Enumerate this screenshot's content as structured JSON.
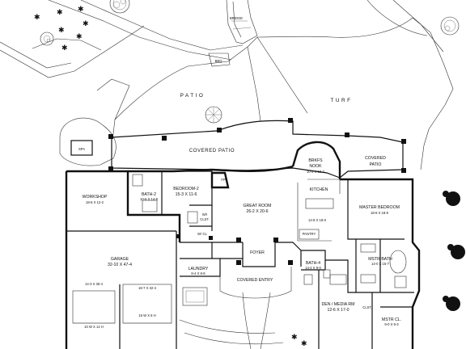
{
  "rooms": {
    "workshop": {
      "name": "WORKSHOP",
      "dim": "18-6 X 12-2"
    },
    "bath2": {
      "name": "BATH-2",
      "dim": "10-6 X 14-8"
    },
    "bedroom2": {
      "name": "BEDROOM-2",
      "dim": "15-3 X 11-6"
    },
    "wi_clos": {
      "name": "W/I",
      "dim": "CLST."
    },
    "wcl": {
      "name": "W/ CL"
    },
    "great_room": {
      "name": "GREAT ROOM",
      "dim": "26-2 X 20-6"
    },
    "brkfs_nook": {
      "name": "BRKFS",
      "name2": "NOOK",
      "dim": "10-9 X 10-2"
    },
    "kitchen": {
      "name": "KITCHEN",
      "dim": "14-8 X 18-0"
    },
    "pantry": {
      "name": "PANTRY"
    },
    "master_bedroom": {
      "name": "MASTER BEDROOM",
      "dim": "18-6 X 18-6"
    },
    "garage": {
      "name": "GARAGE",
      "dim": "32-10 X 47-4"
    },
    "garage_bay1": {
      "dim": "14-3 X 35-4"
    },
    "garage_bay2": {
      "dim": "18-7 X 32-4"
    },
    "garage_door1": {
      "dim": "10 W X 12 H"
    },
    "garage_door2": {
      "dim": "16 W X 8 H"
    },
    "laundry": {
      "name": "LAUNDRY",
      "dim": "8-4 X 8-8"
    },
    "foyer": {
      "name": "FOYER"
    },
    "covered_entry": {
      "name": "COVERED ENTRY"
    },
    "bath4": {
      "name": "BATH-4",
      "dim": "14-2 X 9-0"
    },
    "den_media": {
      "name": "DEN / MEDIA RM",
      "dim": "12-6 X 17-0"
    },
    "mstr_bath": {
      "name": "MSTR BATH",
      "dim": "14-0 X 15-7"
    },
    "mstr_cl": {
      "name": "MSTR CL.",
      "dim": "9-0 X 9-3"
    },
    "clst": {
      "name": "CLST."
    },
    "covered_patio": {
      "name": "COVERED PATIO"
    },
    "covered_patio2": {
      "name": "COVERED",
      "name2": "PATIO"
    }
  },
  "site": {
    "spa": "SPA",
    "bridge": "BRIDGE",
    "bbq": "BBQ",
    "patio": "PATIO",
    "turf": "TURF",
    "fireplace": "FP"
  }
}
